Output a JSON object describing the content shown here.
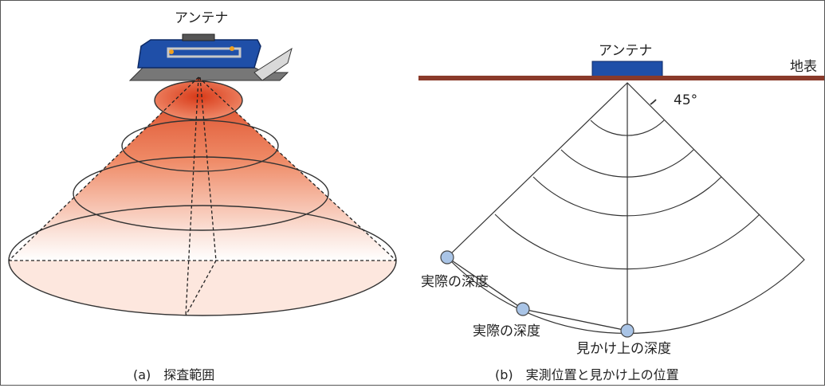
{
  "panel_a": {
    "antenna_label": "アンテナ",
    "caption": "(a)　探査範囲"
  },
  "panel_b": {
    "antenna_label": "アンテナ",
    "surface_label": "地表",
    "angle_label": "45°",
    "points": [
      {
        "label": "実際の深度"
      },
      {
        "label": "実際の深度"
      },
      {
        "label": "見かけ上の深度"
      }
    ],
    "caption": "(b)　実測位置と見かけ上の位置"
  },
  "colors": {
    "antenna_blue": "#1f4fa8",
    "surface_brown": "#8a3a2a",
    "beam_red": "#e0502c",
    "point_fill": "#a9c4e6"
  }
}
